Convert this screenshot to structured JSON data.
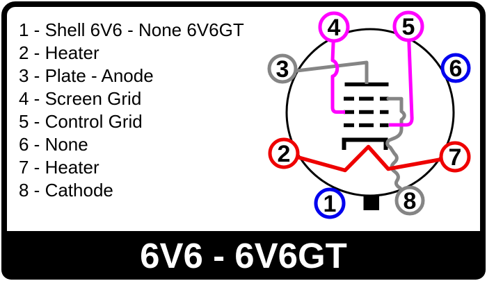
{
  "legend": {
    "items": [
      "1 - Shell 6V6 - None 6V6GT",
      "2 - Heater",
      "3 - Plate - Anode",
      "4 - Screen Grid",
      "5 - Control Grid",
      "6 - None",
      "7 - Heater",
      "8 - Cathode"
    ]
  },
  "diagram": {
    "pins": [
      {
        "number": "1",
        "function": "Shell 6V6 - None 6V6GT",
        "color": "#0000ee"
      },
      {
        "number": "2",
        "function": "Heater",
        "color": "#ee0000"
      },
      {
        "number": "3",
        "function": "Plate - Anode",
        "color": "#858585"
      },
      {
        "number": "4",
        "function": "Screen Grid",
        "color": "#ff00ff"
      },
      {
        "number": "5",
        "function": "Control Grid",
        "color": "#ff00ff"
      },
      {
        "number": "6",
        "function": "None",
        "color": "#0000ee"
      },
      {
        "number": "7",
        "function": "Heater",
        "color": "#ee0000"
      },
      {
        "number": "8",
        "function": "Cathode",
        "color": "#858585"
      }
    ],
    "wires": {
      "plate": {
        "color": "#858585"
      },
      "screen_grid": {
        "color": "#ff00ff"
      },
      "control_grid": {
        "color": "#ff00ff"
      },
      "cathode": {
        "color": "#858585"
      },
      "heater": {
        "color": "#ee0000"
      }
    }
  },
  "title": {
    "text": "6V6 - 6V6GT"
  }
}
